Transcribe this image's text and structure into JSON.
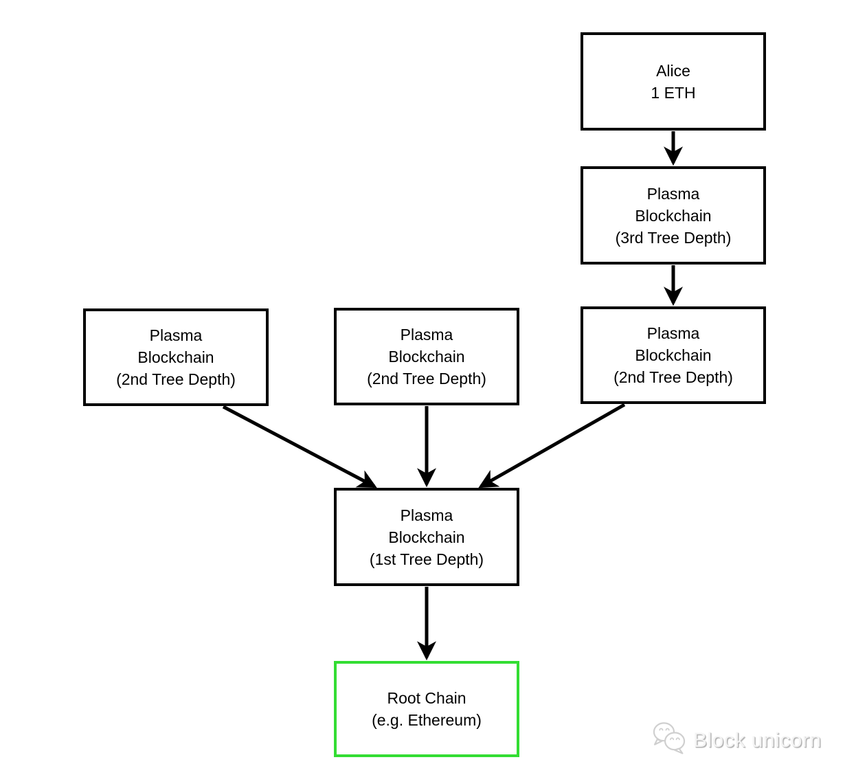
{
  "diagram": {
    "nodes": [
      {
        "id": "alice",
        "lines": [
          "Alice",
          "1 ETH"
        ]
      },
      {
        "id": "plasma-3rd-depth",
        "lines": [
          "Plasma",
          "Blockchain",
          "(3rd Tree Depth)"
        ]
      },
      {
        "id": "plasma-2nd-depth-left",
        "lines": [
          "Plasma",
          "Blockchain",
          "(2nd Tree Depth)"
        ]
      },
      {
        "id": "plasma-2nd-depth-center",
        "lines": [
          "Plasma",
          "Blockchain",
          "(2nd Tree Depth)"
        ]
      },
      {
        "id": "plasma-2nd-depth-right",
        "lines": [
          "Plasma",
          "Blockchain",
          "(2nd Tree Depth)"
        ]
      },
      {
        "id": "plasma-1st-depth",
        "lines": [
          "Plasma",
          "Blockchain",
          "(1st Tree Depth)"
        ]
      },
      {
        "id": "root-chain",
        "lines": [
          "Root Chain",
          "(e.g. Ethereum)"
        ]
      }
    ],
    "edges": [
      {
        "from": "alice",
        "to": "plasma-3rd-depth"
      },
      {
        "from": "plasma-3rd-depth",
        "to": "plasma-2nd-depth-right"
      },
      {
        "from": "plasma-2nd-depth-left",
        "to": "plasma-1st-depth"
      },
      {
        "from": "plasma-2nd-depth-center",
        "to": "plasma-1st-depth"
      },
      {
        "from": "plasma-2nd-depth-right",
        "to": "plasma-1st-depth"
      },
      {
        "from": "plasma-1st-depth",
        "to": "root-chain"
      }
    ],
    "colors": {
      "node_border": "#000000",
      "root_chain_border": "#33dd33",
      "arrow": "#000000",
      "text": "#000000",
      "background": "#ffffff"
    }
  },
  "watermark": {
    "text": "Block unicorn",
    "icon": "chat-bubbles-icon",
    "color": "#c0c0c0"
  }
}
